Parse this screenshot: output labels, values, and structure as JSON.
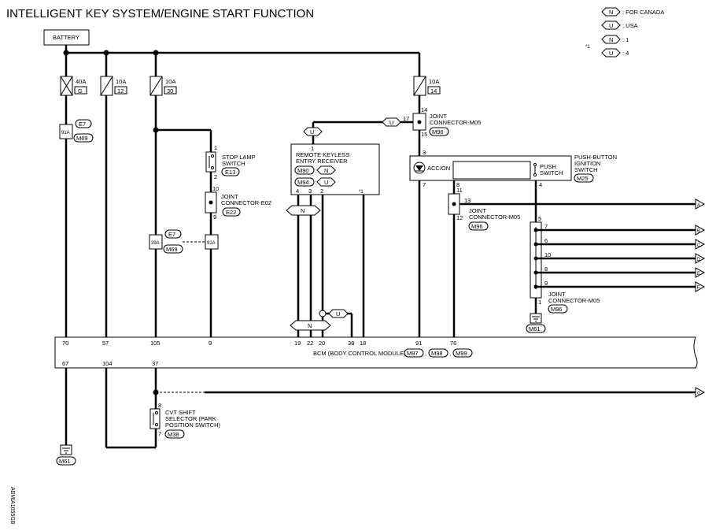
{
  "title": "INTELLIGENT KEY SYSTEM/ENGINE START FUNCTION",
  "legend": {
    "items": [
      {
        "tag": "N",
        "text": ": FOR CANADA",
        "star": ""
      },
      {
        "tag": "U",
        "text": ": USA",
        "star": ""
      },
      {
        "tag": "N",
        "text": ": 1",
        "star": "*1"
      },
      {
        "tag": "U",
        "text": ": 4",
        "star": ""
      }
    ]
  },
  "battery": {
    "label": "BATTERY"
  },
  "fuses": [
    {
      "amp": "40A",
      "no": "G"
    },
    {
      "amp": "10A",
      "no": "12"
    },
    {
      "amp": "10A",
      "no": "30"
    },
    {
      "amp": "10A",
      "no": "14"
    }
  ],
  "connectors": {
    "e7_top": {
      "pin": "91A",
      "c1": "E7",
      "c2": "M69"
    },
    "e7_mid": {
      "pin": "39A",
      "c1": "E7",
      "c2": "M69",
      "pin2": "92A"
    },
    "stop_lamp": {
      "name1": "STOP LAMP",
      "name2": "SWITCH",
      "conn": "E13",
      "pin_top": "1",
      "pin_bot": "2"
    },
    "joint_e02": {
      "name1": "JOINT",
      "name2": "CONNECTOR-E02",
      "conn": "E22",
      "pin_top": "10",
      "pin_bot": "9"
    },
    "joint_m05_top": {
      "name1": "JOINT",
      "name2": "CONNECTOR-M05",
      "conn": "M96",
      "pin_a": "14",
      "pin_b": "17",
      "pin_c": "15",
      "u_tag": "U"
    },
    "rke": {
      "name1": "REMOTE KEYLESS",
      "name2": "ENTRY RECEIVER",
      "c1": "M90",
      "t1": "N",
      "c2": "M94",
      "t2": "U",
      "pin_top": "1",
      "pins": [
        "4",
        "3",
        "2"
      ],
      "star": "*1",
      "u_tag": "U"
    },
    "push_btn": {
      "name1": "PUSH-BUTTON",
      "name2": "IGNITION",
      "name3": "SWITCH",
      "conn": "M25",
      "acc": "ACC/ON",
      "sw1": "PUSH",
      "sw2": "SWITCH",
      "pin3": "3",
      "pin7": "7",
      "pin8": "8",
      "pin4": "4"
    },
    "joint_m05_mid": {
      "name1": "JOINT",
      "name2": "CONNECTOR-M05",
      "conn": "M96",
      "pin11": "11",
      "pin12": "12",
      "pin13": "13"
    },
    "joint_m05_right": {
      "name1": "JOINT",
      "name2": "CONNECTOR-M05",
      "conn": "M96",
      "pins": [
        "5",
        "7",
        "6",
        "10",
        "8",
        "9",
        "1"
      ],
      "ground": "M61"
    },
    "n_band_top": "N",
    "n_band_bot": "N",
    "u_tag_bot": "U"
  },
  "bcm": {
    "label": "BCM (BODY CONTROL MODULE)",
    "conns": [
      "M97",
      "M98",
      "M99"
    ],
    "sep": ",",
    "top_pins": [
      "70",
      "57",
      "105",
      "9",
      "19",
      "22",
      "20",
      "38",
      "18",
      "91",
      "76"
    ],
    "bot_pins": [
      "67",
      "104",
      "37"
    ]
  },
  "cvt": {
    "name1": "CVT SHIFT",
    "name2": "SELECTOR (PARK",
    "name3": "POSITION SWITCH)",
    "conn": "M38",
    "pin_top": "8",
    "pin_bot": "7"
  },
  "ground_left": "M61",
  "arrows": [
    "A",
    "B",
    "C",
    "D",
    "E",
    "F",
    "G"
  ],
  "side_code": "ABMIA1655GB"
}
